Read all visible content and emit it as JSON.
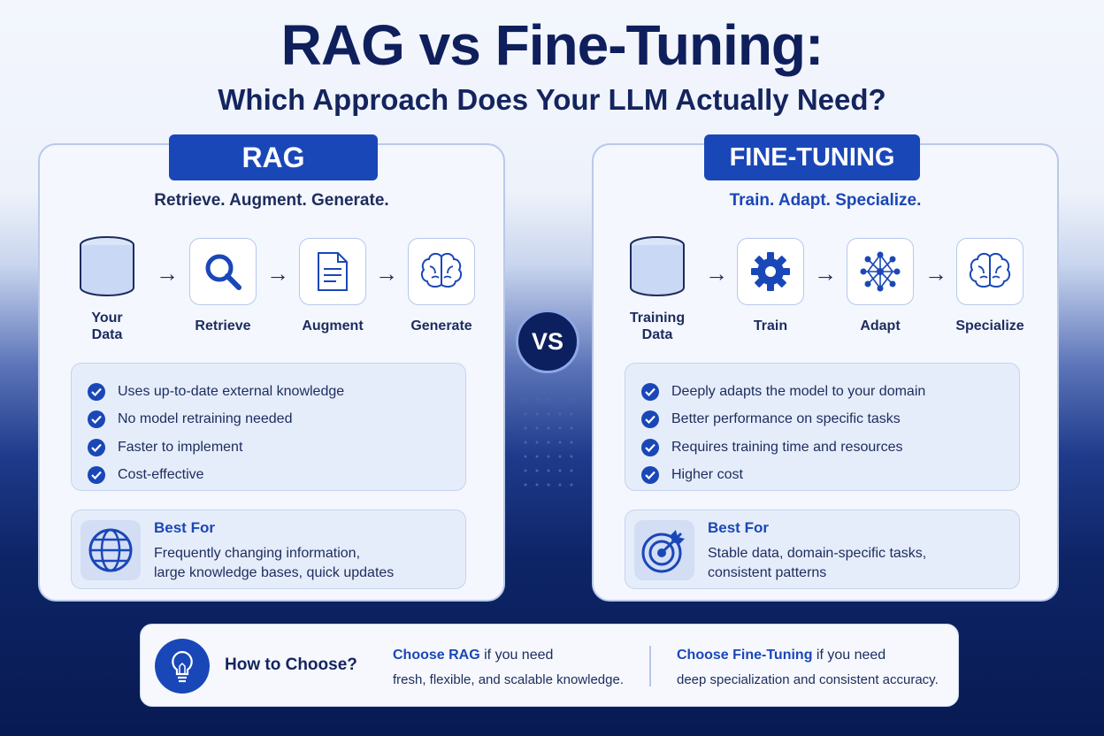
{
  "title": "RAG vs Fine-Tuning:",
  "subtitle": "Which Approach Does Your LLM Actually Need?",
  "vs_label": "VS",
  "rag": {
    "badge": "RAG",
    "tagline": "Retrieve. Augment. Generate.",
    "steps": [
      {
        "label": "Your Data",
        "icon": "database-icon"
      },
      {
        "label": "Retrieve",
        "icon": "search-icon"
      },
      {
        "label": "Augment",
        "icon": "document-icon"
      },
      {
        "label": "Generate",
        "icon": "brain-icon"
      }
    ],
    "arrow": "→",
    "points": [
      "Uses up-to-date external knowledge",
      "No model retraining needed",
      "Faster to implement",
      "Cost-effective"
    ],
    "best_for_title": "Best For",
    "best_for_line1": "Frequently changing information,",
    "best_for_line2": "large knowledge bases, quick updates",
    "best_for_icon": "globe-icon"
  },
  "finetuning": {
    "badge": "FINE-TUNING",
    "tagline": "Train. Adapt. Specialize.",
    "steps": [
      {
        "label": "Training Data",
        "icon": "database-icon"
      },
      {
        "label": "Train",
        "icon": "gear-icon"
      },
      {
        "label": "Adapt",
        "icon": "network-icon"
      },
      {
        "label": "Specialize",
        "icon": "brain-icon"
      }
    ],
    "arrow": "→",
    "points": [
      "Deeply adapts the model to your domain",
      "Better performance on specific tasks",
      "Requires training time and resources",
      "Higher cost"
    ],
    "best_for_title": "Best For",
    "best_for_line1": "Stable data, domain-specific tasks,",
    "best_for_line2": "consistent patterns",
    "best_for_icon": "target-icon"
  },
  "how_to_choose": {
    "title": "How to Choose?",
    "icon": "lightbulb-icon",
    "rag_strong": "Choose RAG",
    "rag_rest": " if you need",
    "rag_desc": "fresh, flexible, and scalable knowledge.",
    "ft_strong": "Choose Fine-Tuning",
    "ft_rest": " if you need",
    "ft_desc": "deep specialization and consistent accuracy."
  },
  "colors": {
    "accent": "#1a47b8",
    "navy": "#0f1f5c",
    "panel_bg": "#f4f7fd"
  }
}
